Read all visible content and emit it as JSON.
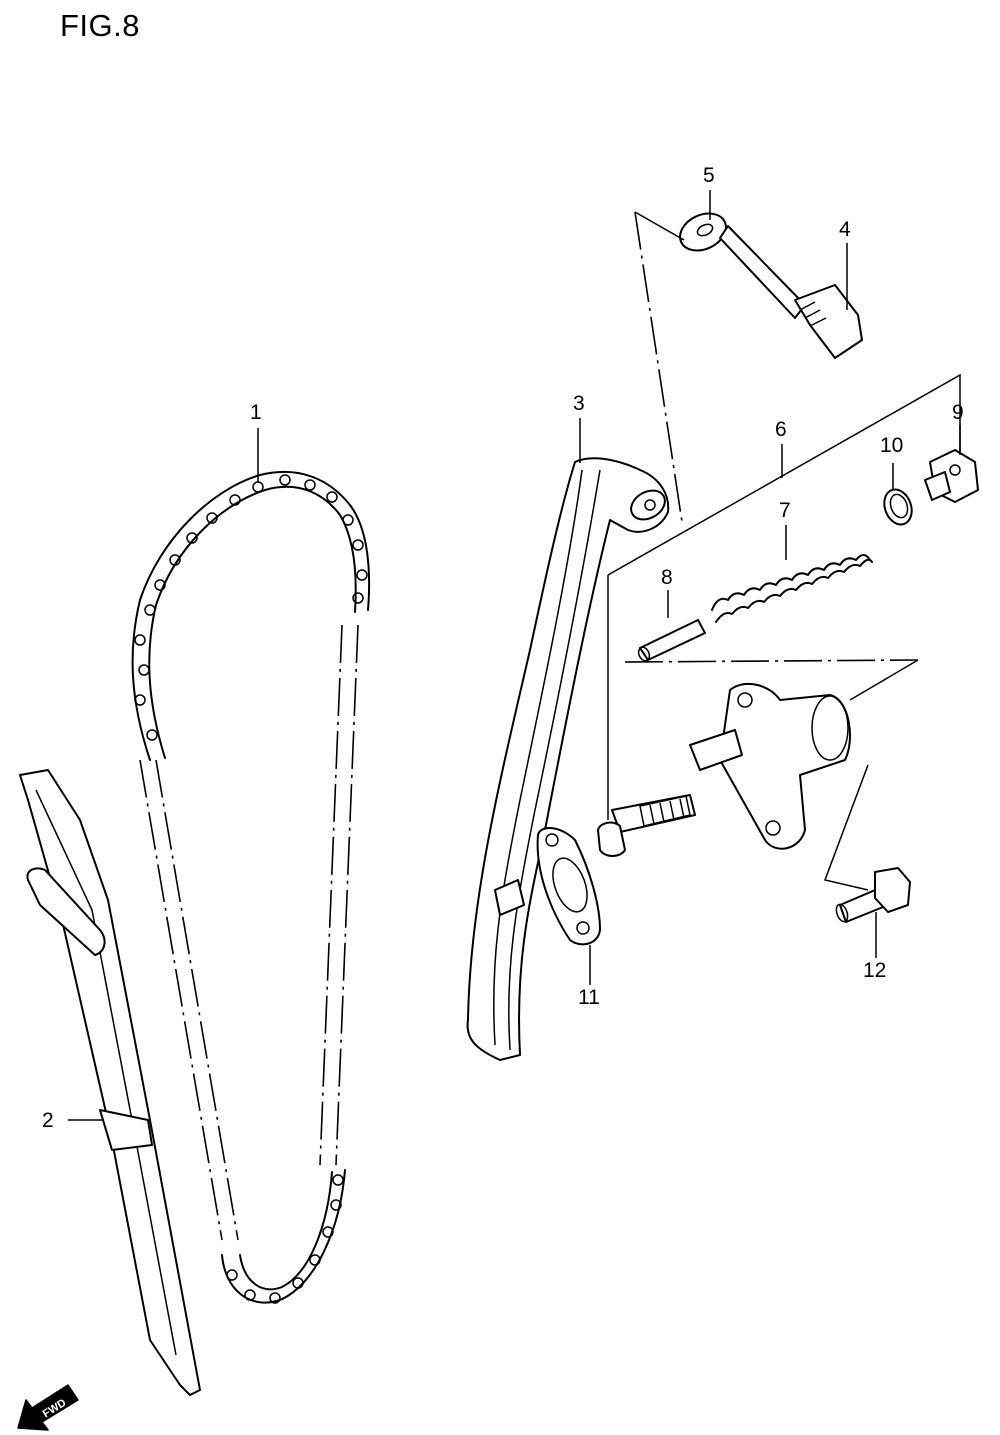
{
  "figure": {
    "title": "FIG.8"
  },
  "callouts": {
    "c1": "1",
    "c2": "2",
    "c3": "3",
    "c4": "4",
    "c5": "5",
    "c6": "6",
    "c7": "7",
    "c8": "8",
    "c9": "9",
    "c10": "10",
    "c11": "11",
    "c12": "12"
  },
  "direction": {
    "label": "FWD"
  }
}
